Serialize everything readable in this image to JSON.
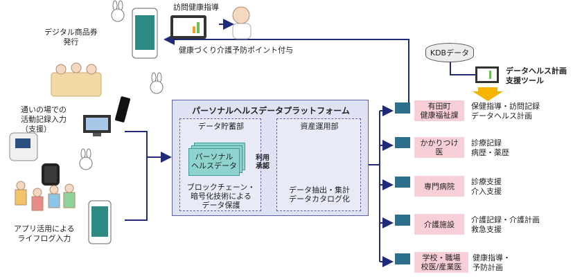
{
  "platform": {
    "title": "パーソナルヘルスデータプラットフォーム",
    "storage": {
      "title": "データ貯蓄部",
      "card": [
        "パーソナル",
        "ヘルスデータ"
      ],
      "notes": [
        "ブロックチェーン・",
        "暗号化技術による",
        "データ保護"
      ]
    },
    "usage_arrow": [
      "利用",
      "承認"
    ],
    "operations": {
      "title": "資産運用部",
      "notes": [
        "データ抽出・集計",
        "データカタログ化"
      ]
    }
  },
  "left": {
    "digital_voucher": [
      "デジタル商品券",
      "発行"
    ],
    "visit_guidance": "訪問健康指導",
    "points": "健康づくり介護予防ポイント付与",
    "community": [
      "通いの場での",
      "活動記録入力",
      "（支援）"
    ],
    "app_lifelog": [
      "アプリ活用による",
      "ライフログ入力"
    ]
  },
  "kdb": {
    "label": "KDBデータ",
    "tool": [
      "データヘルス計画",
      "支援ツール"
    ]
  },
  "entities": [
    {
      "name": [
        "有田町",
        "健康福祉課"
      ],
      "desc": [
        "保健指導・訪問記録",
        "データヘルス計画"
      ]
    },
    {
      "name": [
        "かかりつけ",
        "医"
      ],
      "desc": [
        "診療記録",
        "病歴・薬歴"
      ]
    },
    {
      "name": [
        "専門病院"
      ],
      "desc": [
        "診療支援",
        "介入支援"
      ]
    },
    {
      "name": [
        "介護施設"
      ],
      "desc": [
        "介護記録・介護計画",
        "救急支援"
      ]
    },
    {
      "name": [
        "学校・職場",
        "校医/産業医"
      ],
      "desc": [
        "健康指導・",
        "予防計画"
      ]
    }
  ],
  "colors": {
    "line": "#1f2a78",
    "platform_bg": "#dfe2f2",
    "card": "#8fd3cf",
    "entity_box": "#f8cfd6",
    "arrow": "#f6b400"
  }
}
